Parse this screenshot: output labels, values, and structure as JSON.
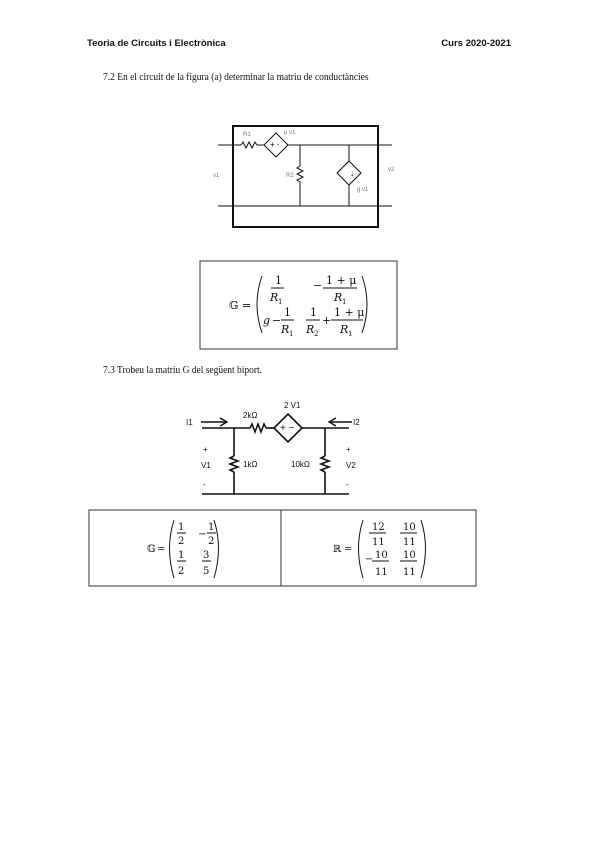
{
  "header": {
    "left": "Teoria de Circuits i Electrònica",
    "right": "Curs 2020-2021"
  },
  "problem_7_2": {
    "statement": "7.2 En el circuit de la figura (a) determinar la matriu de conductàncies",
    "matrix_symbol": "𝔾",
    "entries": {
      "g11": "1",
      "r1": "R",
      "sub1": "1",
      "onemu": "1 + μ",
      "g": "g",
      "minus": "−",
      "plus": "+",
      "r2": "R",
      "sub2": "2"
    }
  },
  "problem_7_3": {
    "statement": "7.3 Trobeu la matriu G del següent biport.",
    "circuit": {
      "i1": "I1",
      "i2": "I2",
      "r_series": "2kΩ",
      "source": "2 V1",
      "r_left": "1kΩ",
      "r_right": "10kΩ",
      "v1": "V1",
      "v2": "V2",
      "plus": "+",
      "minus": "-"
    },
    "g_matrix": {
      "symbol": "𝔾",
      "entries": [
        "1/2",
        "-1/2",
        "1/2",
        "3/5"
      ]
    },
    "r_matrix": {
      "symbol": "ℝ",
      "entries": [
        "12/11",
        "10/11",
        "-10/11",
        "10/11"
      ]
    }
  }
}
